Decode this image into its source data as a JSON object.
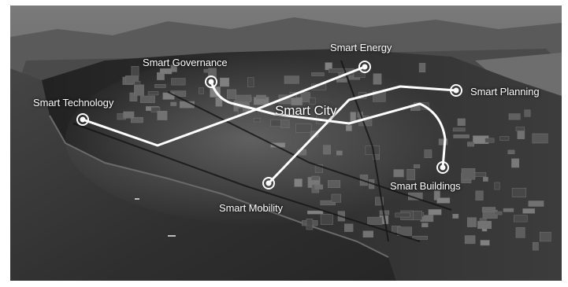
{
  "center_label": "Smart City",
  "nodes": [
    {
      "id": "energy",
      "label": "Smart Energy"
    },
    {
      "id": "governance",
      "label": "Smart Governance"
    },
    {
      "id": "technology",
      "label": "Smart Technology"
    },
    {
      "id": "planning",
      "label": "Smart Planning"
    },
    {
      "id": "buildings",
      "label": "Smart Buildings"
    },
    {
      "id": "mobility",
      "label": "Smart Mobility"
    }
  ],
  "colors": {
    "lines": "#ffffff",
    "sky": "#6a6a6a",
    "water": "#2e2e2e",
    "land": "#1c1c1c"
  }
}
